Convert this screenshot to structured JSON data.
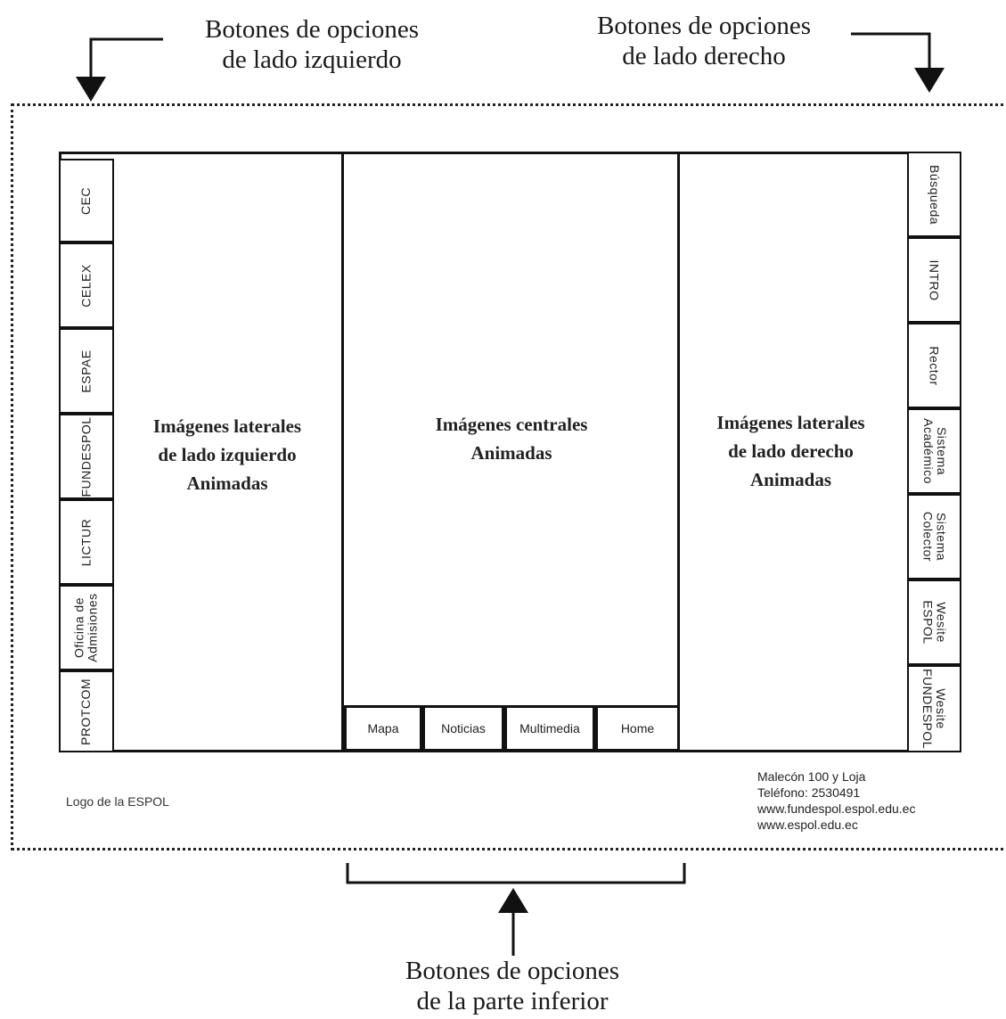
{
  "annotations": {
    "left_buttons": [
      "Botones de opciones",
      "de lado izquierdo"
    ],
    "right_buttons": [
      "Botones de opciones",
      "de lado derecho"
    ],
    "bottom_buttons": [
      "Botones de opciones",
      "de la parte inferior"
    ]
  },
  "left_buttons": [
    "CEC",
    "CELEX",
    "ESPAE",
    "FUNDESPOL",
    "LICTUR",
    "Oficina de Admisiones",
    "PROTCOM"
  ],
  "right_buttons": [
    "Búsqueda",
    "INTRO",
    "Rector",
    "Sistema Académico",
    "Sistema Colector",
    "Wesite ESPOL",
    "Wesite FUNDESPOL"
  ],
  "panels": {
    "left": [
      "Imágenes laterales",
      "de lado izquierdo",
      "Animadas"
    ],
    "center": [
      "Imágenes centrales",
      "Animadas"
    ],
    "right": [
      "Imágenes laterales",
      "de lado derecho",
      "Animadas"
    ]
  },
  "bottom_buttons": [
    "Mapa",
    "Noticias",
    "Multimedia",
    "Home"
  ],
  "footer": {
    "logo": "Logo de la ESPOL",
    "address": "Malecón 100 y Loja",
    "phone": "Teléfono: 2530491",
    "web1": "www.fundespol.espol.edu.ec",
    "web2": "www.espol.edu.ec"
  }
}
